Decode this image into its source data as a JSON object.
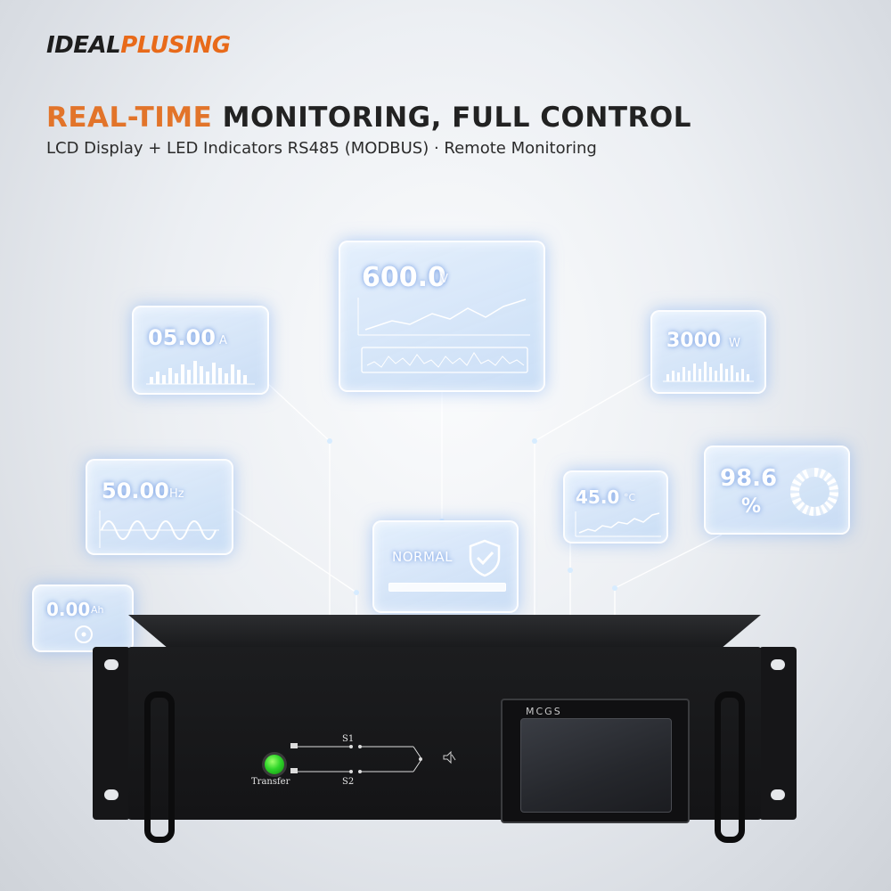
{
  "brand": {
    "logo_part1": "IDEAL",
    "logo_part2": "PLUSING"
  },
  "headline": {
    "accent": "REAL-TIME",
    "rest": " MONITORING, FULL CONTROL"
  },
  "subheadline": "LCD Display + LED Indicators RS485 (MODBUS) · Remote Monitoring",
  "metrics": {
    "voltage": {
      "value": "600.0",
      "unit": "V"
    },
    "current": {
      "value": "05.00",
      "unit": "A"
    },
    "power": {
      "value": "3000",
      "unit": "W"
    },
    "frequency": {
      "value": "50.00",
      "unit": "Hz"
    },
    "status": {
      "label": "NORMAL"
    },
    "temperature": {
      "value": "45.0",
      "unit": "°C"
    },
    "efficiency": {
      "value": "98.6",
      "unit": "%",
      "ring_fraction": 0.986
    },
    "capacity": {
      "value": "0.00",
      "unit": "Ah"
    }
  },
  "device": {
    "button_label": "Transfer",
    "source1_label": "S1",
    "source2_label": "S2",
    "screen_brand": "MCGS"
  },
  "colors": {
    "accent": "#e2742a",
    "glow": "#7fb6ff",
    "button_green": "#2fd62a"
  }
}
